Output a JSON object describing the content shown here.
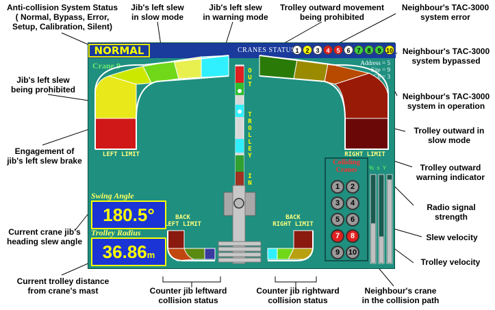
{
  "annotations": {
    "system_status": "Anti-collision System Status\n( Normal, Bypass, Error,\nSetup, Calibration, Silent)",
    "slew_slow": "Jib's left slew\nin slow mode",
    "slew_warning": "Jib's left slew\nin warning mode",
    "trolley_prohibited": "Trolley outward movement\nbeing prohibited",
    "neighbour_error": "Neighbour's TAC-3000\nsystem error",
    "neighbour_bypassed": "Neighbour's TAC-3000\nsystem bypassed",
    "neighbour_operation": "Neighbour's TAC-3000\nsystem in operation",
    "slew_prohibited": "Jib's left slew\nbeing prohibited",
    "trolley_slow": "Trolley outward in\nslow mode",
    "slew_brake": "Engagement of\njib's left slew brake",
    "trolley_warning": "Trolley outward\nwarning indicator",
    "radio_signal": "Radio signal\nstrength",
    "heading_angle": "Current crane jib's\nheading slew angle",
    "slew_velocity": "Slew velocity",
    "trolley_velocity": "Trolley velocity",
    "trolley_distance": "Current trolley distance\nfrom crane's mast",
    "cj_left": "Counter jib leftward\ncollision status",
    "cj_right": "Counter jib rightward\ncollision status",
    "neighbour_path": "Neighbour's crane\nin the collision path"
  },
  "screen": {
    "status": "NORMAL",
    "cranes_status_label": "CRANES  STATUS",
    "cranes": [
      {
        "n": "1",
        "color": "#ffffff"
      },
      {
        "n": "2",
        "color": "#ffff00"
      },
      {
        "n": "3",
        "color": "#ffffff"
      },
      {
        "n": "4",
        "color": "#e02020"
      },
      {
        "n": "5",
        "color": "#e02020"
      },
      {
        "n": "6",
        "color": "#ffffff"
      },
      {
        "n": "7",
        "color": "#40d040"
      },
      {
        "n": "8",
        "color": "#40d040"
      },
      {
        "n": "9",
        "color": "#40d040"
      },
      {
        "n": "10",
        "color": "#ffff00"
      }
    ],
    "crane_name": "Crane 9",
    "address": "Address = 5",
    "site": "Site = 9",
    "ch": "Ch = 3",
    "left_limit": "LEFT LIMIT",
    "right_limit": "RIGHT LIMIT",
    "back_left_limit": "BACK\nLEFT LIMIT",
    "back_right_limit": "BACK\nRIGHT LIMIT",
    "trolley_out": "OUT",
    "trolley_word": "TROLLEY",
    "trolley_in": "IN",
    "swing_angle_label": "Swing Angle",
    "swing_angle_value": "180.5°",
    "trolley_radius_label": "Trolley Radius",
    "trolley_radius_value": "36.86",
    "trolley_radius_unit": "m",
    "colliding_title": "Colliding\nCranes",
    "colliding": [
      {
        "n": "1",
        "red": false
      },
      {
        "n": "2",
        "red": false
      },
      {
        "n": "3",
        "red": false
      },
      {
        "n": "4",
        "red": false
      },
      {
        "n": "5",
        "red": false
      },
      {
        "n": "6",
        "red": false
      },
      {
        "n": "7",
        "red": true
      },
      {
        "n": "8",
        "red": true
      },
      {
        "n": "9",
        "red": false
      },
      {
        "n": "10",
        "red": false
      }
    ],
    "velocity_labels": "%  s  Y",
    "radio_level": 0.95,
    "slew_velocity_level": 0.45,
    "trolley_velocity_level": 0.3
  }
}
